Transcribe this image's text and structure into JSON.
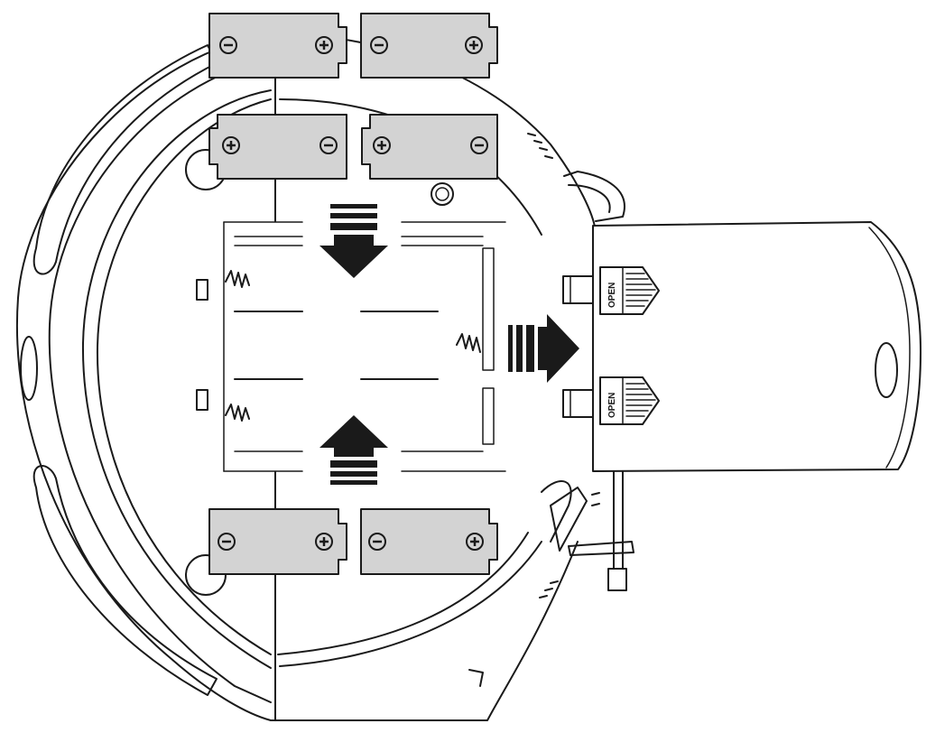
{
  "diagram": {
    "colors": {
      "line": "#1a1a1a",
      "battery_fill": "#d3d3d3",
      "background": "#ffffff"
    },
    "batteries": [
      {
        "id": "top-row-1-left",
        "left_symbol": "⊖",
        "right_symbol": "⊕"
      },
      {
        "id": "top-row-1-right",
        "left_symbol": "⊖",
        "right_symbol": "⊕"
      },
      {
        "id": "top-row-2-left",
        "left_symbol": "⊕",
        "right_symbol": "⊖"
      },
      {
        "id": "top-row-2-right",
        "left_symbol": "⊕",
        "right_symbol": "⊖"
      },
      {
        "id": "bottom-left",
        "left_symbol": "⊖",
        "right_symbol": "⊕"
      },
      {
        "id": "bottom-right",
        "left_symbol": "⊖",
        "right_symbol": "⊕"
      }
    ],
    "cover_latches": [
      {
        "id": "latch-upper",
        "label": "OPEN"
      },
      {
        "id": "latch-lower",
        "label": "OPEN"
      }
    ],
    "arrows": [
      {
        "id": "insert-down-arrow",
        "direction": "down",
        "icon": "down-arrow"
      },
      {
        "id": "insert-up-arrow",
        "direction": "up",
        "icon": "up-arrow"
      },
      {
        "id": "slide-cover-arrow",
        "direction": "right",
        "icon": "right-arrow"
      }
    ]
  }
}
